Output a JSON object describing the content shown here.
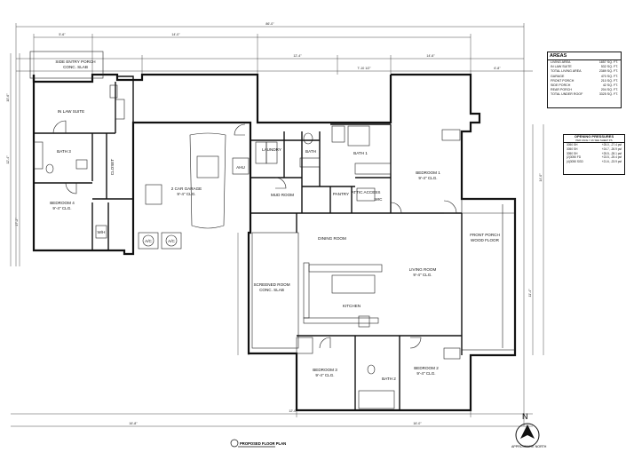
{
  "rooms": {
    "in_law_suite": "IN LAW SUITE",
    "side_entry_porch": "SIDE ENTRY PORCH",
    "side_entry_porch_sub": "CONC. SLAB",
    "bath3": "BATH 3",
    "closet": "CLOSET",
    "bedroom4": "BEDROOM 4",
    "bedroom4_clg": "9'-4\" CLG.",
    "garage": "2 CAR GARAGE",
    "garage_clg": "9'-4\" CLG.",
    "laundry": "LAUNDRY",
    "bath": "BATH",
    "bath1": "BATH 1",
    "bedroom1": "BEDROOM 1",
    "bedroom1_clg": "9'-4\" CLG.",
    "mud_room": "MUD ROOM",
    "pantry": "PANTRY",
    "attic_access": "ATTIC ACCESS",
    "wic": "WIC",
    "ahu": "AHU",
    "dining_room": "DINING ROOM",
    "living_room": "LIVING ROOM",
    "living_room_clg": "9'-4\" CLG.",
    "kitchen": "KITCHEN",
    "screened_room": "SCREENED ROOM",
    "screened_room_sub": "CONC. SLAB",
    "front_porch": "FRONT PORCH",
    "front_porch_sub": "WOOD FLOOR",
    "bedroom3": "BEDROOM 3",
    "bedroom3_clg": "9'-4\" CLG.",
    "bath2": "BATH 2",
    "bedroom2": "BEDROOM 2",
    "bedroom2_clg": "9'-4\" CLG.",
    "ac1": "A/C",
    "ac2": "A/C",
    "wh": "W/H"
  },
  "dims": {
    "overall": "86'-0\"",
    "top_a": "5'-6\"",
    "top_b": "14'-0\"",
    "top_c": "12'-4\"",
    "top_d": "7'-10 1/2\"",
    "top_e": "14'-6\"",
    "top_f": "6'-8\"",
    "left_a": "10'-6\"",
    "left_b": "12'-4\"",
    "left_c": "17'-2\"",
    "right_a": "14'-0\"",
    "right_b": "11'-4\"",
    "bot_a": "16'-8\"",
    "bot_b": "12'-0\"",
    "bot_c": "16'-0\""
  },
  "areas": {
    "title": "AREAS",
    "rows": [
      {
        "label": "LIVING AREA",
        "value": "1857 SQ. FT."
      },
      {
        "label": "IN LAW SUITE",
        "value": "532 SQ. FT."
      },
      {
        "label": "TOTAL LIVING AREA",
        "value": "2389 SQ. FT."
      },
      {
        "label": "GARAGE",
        "value": "470 SQ. FT."
      },
      {
        "label": "FRONT PORCH",
        "value": "210 SQ. FT."
      },
      {
        "label": "SIDE PORCH",
        "value": "42 SQ. FT."
      },
      {
        "label": "REAR PORCH",
        "value": "204 SQ. FT."
      },
      {
        "label": "TOTAL UNDER ROOF",
        "value": "3325 SQ. FT."
      }
    ]
  },
  "openings": {
    "title": "OPENING PRESSURES",
    "subtitle": "PER ASCE 7-16 SEE SHEET PS",
    "rows": [
      {
        "label": "3050 SH",
        "value": "+25.0, -27.4 psf"
      },
      {
        "label": "3050 SH",
        "value": "+24.7, -26.9 psf"
      },
      {
        "label": "3050 SH",
        "value": "+25.5, -28.1 psf"
      },
      {
        "label": "(2)3050 FD",
        "value": "+23.5, -25.4 psf"
      },
      {
        "label": "(4)3050 SGD",
        "value": "+21.6, -23.9 psf"
      }
    ]
  },
  "title": "PROPOSED FLOOR PLAN",
  "north": {
    "letter": "N",
    "caption": "APPROXIMATE NORTH"
  }
}
